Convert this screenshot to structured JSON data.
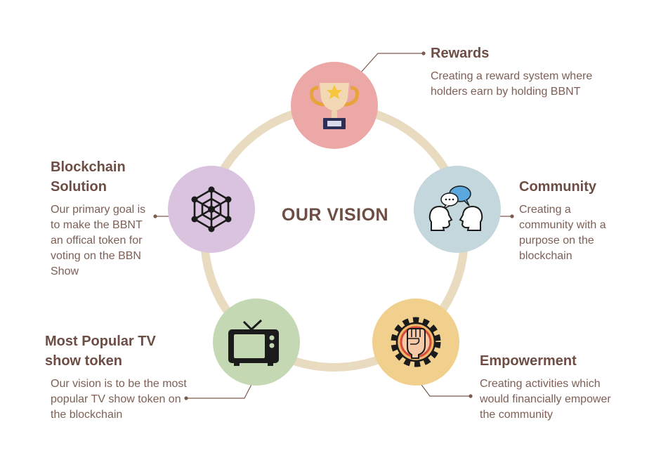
{
  "diagram": {
    "center_title": "OUR VISION",
    "colors": {
      "ring": "#e8dbc0",
      "text_heading": "#6d4d44",
      "text_body": "#7d5f55",
      "rewards_circle": "#eba8a6",
      "community_circle": "#c3d7dc",
      "empowerment_circle": "#f1d08e",
      "tv_circle": "#c4d9b3",
      "blockchain_circle": "#d9c3de"
    },
    "items": [
      {
        "id": "rewards",
        "icon": "trophy-icon",
        "title": "Rewards",
        "description": "Creating a reward system where holders earn by holding BBNT"
      },
      {
        "id": "community",
        "icon": "conversation-icon",
        "title": "Community",
        "description": "Creating a community with a purpose on the blockchain"
      },
      {
        "id": "empowerment",
        "icon": "raised-fist-gear-icon",
        "title": "Empowerment",
        "description": "Creating activities which would financially empower the community"
      },
      {
        "id": "tv",
        "icon": "television-icon",
        "title": " Most Popular  TV show token",
        "description": "Our vision is to be the most popular TV show token on the blockchain"
      },
      {
        "id": "blockchain",
        "icon": "blockchain-network-icon",
        "title": "Blockchain Solution",
        "description": "Our primary goal is to make the BBNT an offical token for voting on the BBN Show"
      }
    ]
  }
}
